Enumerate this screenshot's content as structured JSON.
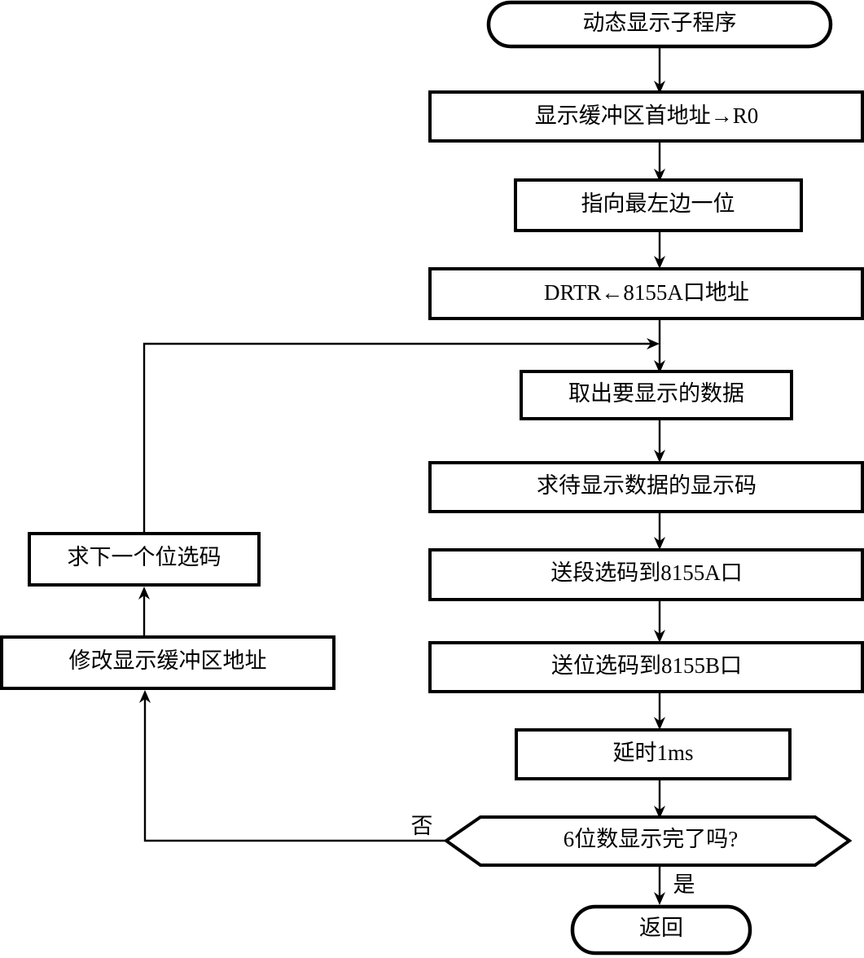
{
  "diagram": {
    "title": "动态显示子程序",
    "type": "flowchart",
    "orientation": "top-to-bottom",
    "language": "zh-CN",
    "colors": {
      "background": "#ffffff",
      "stroke": "#000000",
      "fill": "#ffffff",
      "text": "#000000"
    },
    "nodes": {
      "start": {
        "label": "动态显示子程序",
        "shape": "terminal"
      },
      "init_buffer": {
        "label": "显示缓冲区首地址→R0",
        "shape": "process"
      },
      "point_leftmost": {
        "label": "指向最左边一位",
        "shape": "process"
      },
      "drtr_addr": {
        "label": "DRTR←8155A口地址",
        "shape": "process"
      },
      "fetch_data": {
        "label": "取出要显示的数据",
        "shape": "process"
      },
      "make_code": {
        "label": "求待显示数据的显示码",
        "shape": "process"
      },
      "send_seg": {
        "label": "送段选码到8155A口",
        "shape": "process"
      },
      "send_bit": {
        "label": "送位选码到8155B口",
        "shape": "process"
      },
      "delay": {
        "label": "延时1ms",
        "shape": "process"
      },
      "decision": {
        "label": "6位数显示完了吗?",
        "shape": "decision"
      },
      "return": {
        "label": "返回",
        "shape": "terminal"
      },
      "next_bitcode": {
        "label": "求下一个位选码",
        "shape": "process"
      },
      "update_buffer": {
        "label": "修改显示缓冲区地址",
        "shape": "process"
      }
    },
    "edge_labels": {
      "no": "否",
      "yes": "是"
    }
  }
}
